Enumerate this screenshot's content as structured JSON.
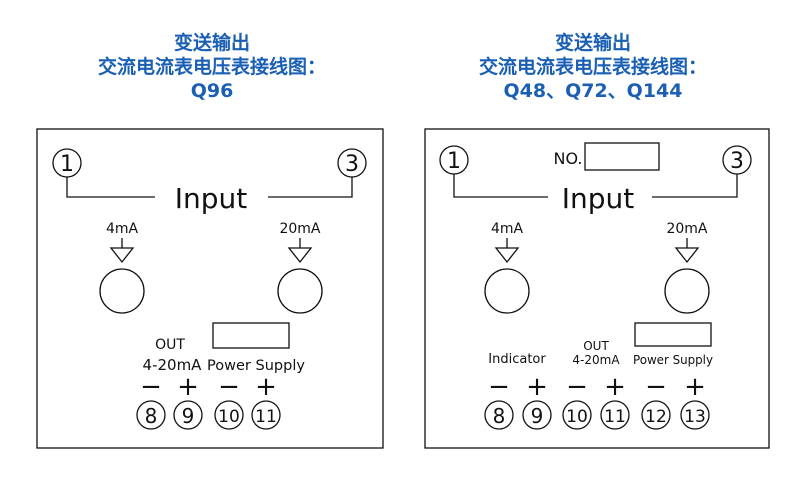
{
  "left": {
    "header": {
      "line1": "变送输出",
      "line2": "交流电流表电压表接线图：",
      "line3": "Q96"
    },
    "input_label": "Input",
    "terminal_top_left": "1",
    "terminal_top_right": "3",
    "label_4ma": "4mA",
    "label_20ma": "20mA",
    "out_label": "OUT",
    "out_range": "4-20mA",
    "power_supply": "Power Supply",
    "signs": [
      "−",
      "+",
      "−",
      "+"
    ],
    "terminals": [
      "8",
      "9",
      "10",
      "11"
    ]
  },
  "right": {
    "header": {
      "line1": "变送输出",
      "line2": "交流电流表电压表接线图：",
      "line3": "Q48、Q72、Q144"
    },
    "no_label": "NO.",
    "input_label": "Input",
    "terminal_top_left": "1",
    "terminal_top_right": "3",
    "label_4ma": "4mA",
    "label_20ma": "20mA",
    "indicator": "Indicator",
    "out_label": "OUT",
    "out_range": "4-20mA",
    "power_supply": "Power Supply",
    "signs": [
      "−",
      "+",
      "−",
      "+",
      "−",
      "+"
    ],
    "terminals": [
      "8",
      "9",
      "10",
      "11",
      "12",
      "13"
    ]
  },
  "colors": {
    "header_blue": "#1a5fb4",
    "line": "#111111"
  }
}
